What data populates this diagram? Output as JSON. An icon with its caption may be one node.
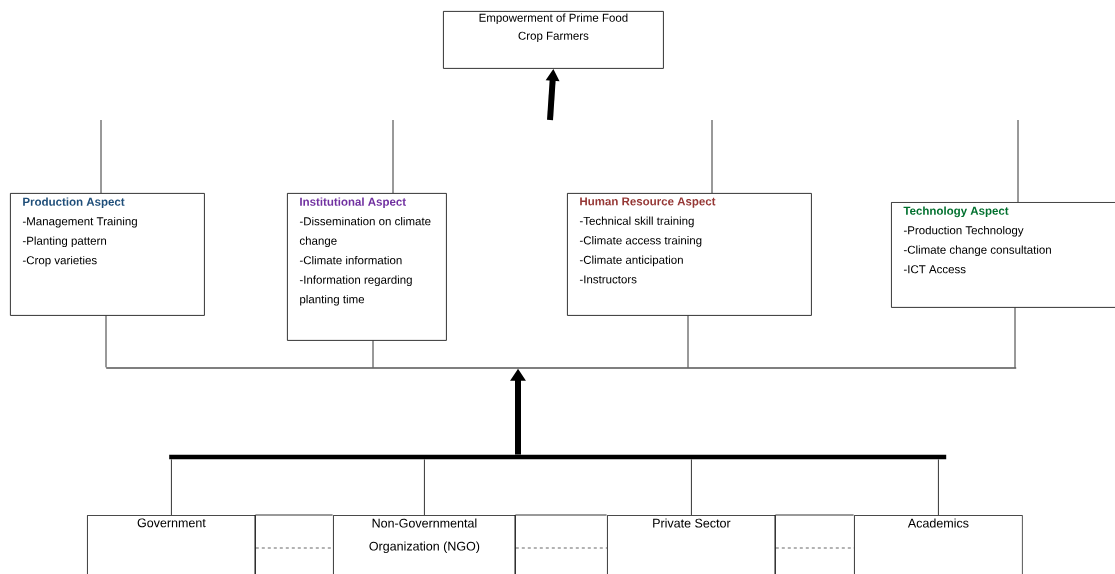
{
  "diagram": {
    "nodes": [
      {
        "text": [
          "Empowerment of Prime Food Crop Farmers"
        ]
      },
      {
        "text": [
          "Production Aspect",
          "-Management Training",
          "-Planting pattern",
          "-Crop varieties"
        ]
      },
      {
        "text": [
          "Institutional Aspect",
          "-Dissemination on climate change",
          "-Climate information",
          "-Information regarding planting time"
        ]
      },
      {
        "text": [
          "Human Resource Aspect",
          "-Technical skill training",
          "-Climate access training",
          "-Climate anticipation",
          "-Instructors"
        ]
      },
      {
        "text": [
          "Technology Aspect",
          "-Production Technology",
          "-Climate change consultation",
          "-ICT Access"
        ]
      },
      {
        "text": [
          "Government"
        ]
      },
      {
        "text": [
          "Non-Governmental Organization (NGO)"
        ]
      },
      {
        "text": [
          "Private Sector"
        ]
      },
      {
        "text": [
          "Academics"
        ]
      },
      {
        "text": [],
        "shape": "bar"
      },
      {
        "text": [],
        "shape": "bar"
      }
    ],
    "edges": [
      {
        "from": null,
        "to": 0,
        "arrow": "to",
        "style": "thick"
      },
      {
        "from": 1,
        "to": null,
        "arrow": "none"
      },
      {
        "from": 2,
        "to": null,
        "arrow": "none"
      },
      {
        "from": 3,
        "to": null,
        "arrow": "none"
      },
      {
        "from": 4,
        "to": null,
        "arrow": "none"
      },
      {
        "from": 5,
        "to": 10,
        "arrow": "none"
      },
      {
        "from": 6,
        "to": 10,
        "arrow": "none"
      },
      {
        "from": 7,
        "to": 10,
        "arrow": "none"
      },
      {
        "from": 8,
        "to": 10,
        "arrow": "none"
      },
      {
        "from": 10,
        "to": 9,
        "arrow": "to",
        "style": "thick"
      },
      {
        "from": 9,
        "to": 1,
        "arrow": "none"
      },
      {
        "from": 9,
        "to": 2,
        "arrow": "none"
      },
      {
        "from": 9,
        "to": 3,
        "arrow": "none"
      },
      {
        "from": 9,
        "to": 4,
        "arrow": "none"
      },
      {
        "from": 5,
        "to": 6,
        "arrow": "none",
        "style": "dashed"
      },
      {
        "from": 6,
        "to": 7,
        "arrow": "none",
        "style": "dashed"
      },
      {
        "from": 7,
        "to": 8,
        "arrow": "none",
        "style": "dashed"
      }
    ]
  }
}
